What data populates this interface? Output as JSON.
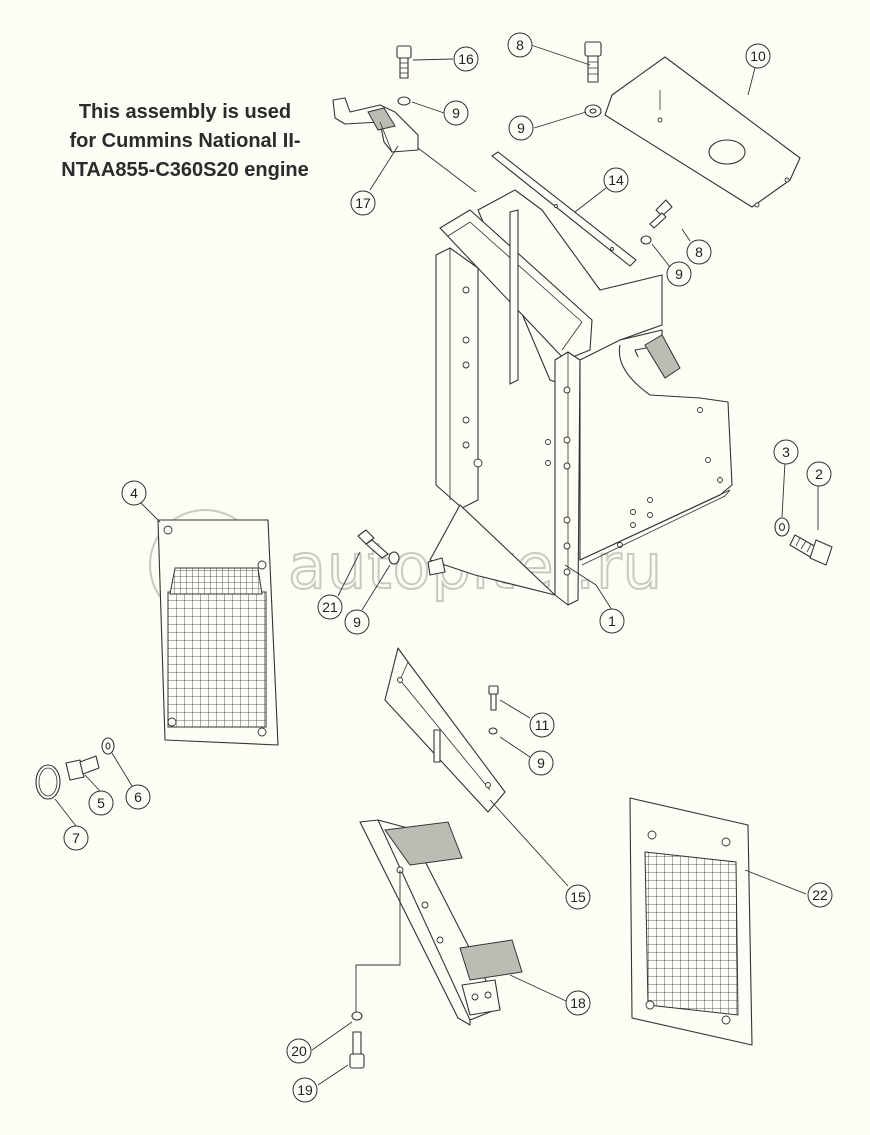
{
  "note": {
    "lines": [
      "This assembly is used",
      "for Cummins National II-",
      "NTAA855-C360S20 engine"
    ]
  },
  "watermark": {
    "text": "autopiter.ru"
  },
  "callouts": [
    {
      "id": "callout-16",
      "label": "16"
    },
    {
      "id": "callout-8-top",
      "label": "8"
    },
    {
      "id": "callout-10",
      "label": "10"
    },
    {
      "id": "callout-9-a",
      "label": "9"
    },
    {
      "id": "callout-9-b",
      "label": "9"
    },
    {
      "id": "callout-17",
      "label": "17"
    },
    {
      "id": "callout-14",
      "label": "14"
    },
    {
      "id": "callout-8-mid",
      "label": "8"
    },
    {
      "id": "callout-9-c",
      "label": "9"
    },
    {
      "id": "callout-3",
      "label": "3"
    },
    {
      "id": "callout-2",
      "label": "2"
    },
    {
      "id": "callout-4",
      "label": "4"
    },
    {
      "id": "callout-21",
      "label": "21"
    },
    {
      "id": "callout-9-d",
      "label": "9"
    },
    {
      "id": "callout-1",
      "label": "1"
    },
    {
      "id": "callout-11",
      "label": "11"
    },
    {
      "id": "callout-9-e",
      "label": "9"
    },
    {
      "id": "callout-5",
      "label": "5"
    },
    {
      "id": "callout-6",
      "label": "6"
    },
    {
      "id": "callout-7",
      "label": "7"
    },
    {
      "id": "callout-15",
      "label": "15"
    },
    {
      "id": "callout-22",
      "label": "22"
    },
    {
      "id": "callout-18",
      "label": "18"
    },
    {
      "id": "callout-20",
      "label": "20"
    },
    {
      "id": "callout-19",
      "label": "19"
    }
  ]
}
